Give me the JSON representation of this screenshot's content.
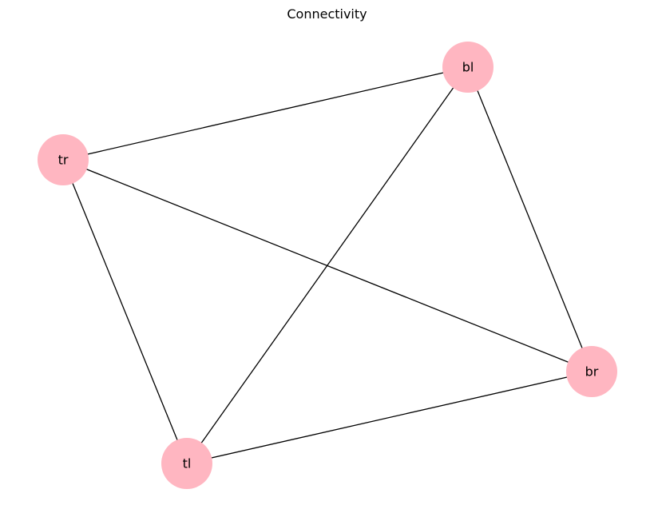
{
  "title": "Connectivity",
  "node_color": "#ffb6c1",
  "edge_color": "#000000",
  "nodes": [
    {
      "id": "bl",
      "label": "bl"
    },
    {
      "id": "tr",
      "label": "tr"
    },
    {
      "id": "br",
      "label": "br"
    },
    {
      "id": "tl",
      "label": "tl"
    }
  ],
  "edges": [
    [
      "bl",
      "tr"
    ],
    [
      "bl",
      "br"
    ],
    [
      "bl",
      "tl"
    ],
    [
      "tr",
      "br"
    ],
    [
      "tr",
      "tl"
    ],
    [
      "br",
      "tl"
    ]
  ]
}
